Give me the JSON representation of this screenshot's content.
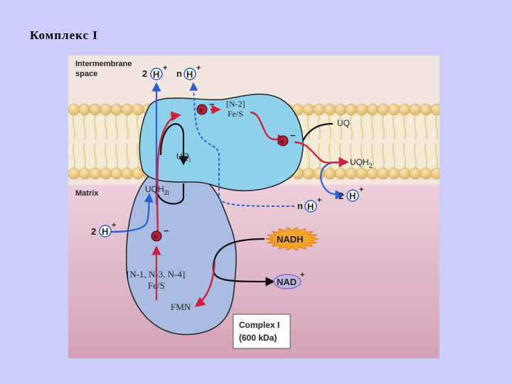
{
  "slide": {
    "title": "Комплекс I"
  },
  "regions": {
    "intermembrane_line1": "Intermembrane",
    "intermembrane_line2": "space",
    "matrix": "Matrix"
  },
  "labels": {
    "h_top_coef": "2",
    "n_top_coef": "n",
    "h_symbol": "H",
    "plus": "+",
    "electron_symbol": "e",
    "minus": "−",
    "n2_line1": "[N-2]",
    "n2_line2": "Fe/S",
    "uq": "UQ",
    "uqh2": "UQH",
    "uqh2_sub": "2",
    "uqi": "UQ",
    "uqi_sub": "i",
    "uqh2i": "UQH",
    "uqh2i_sub": "2i",
    "h_right_coef": "2",
    "n_matrix_coef": "n",
    "h_left_coef": "2",
    "fes_line1": "[N-1, N-3, N-4]",
    "fes_line2": "Fe/S",
    "fmn": "FMN",
    "nadh": "NADH",
    "nad": "NAD",
    "nad_plus": "+"
  },
  "legend": {
    "line1": "Complex I",
    "line2": "(600 kDa)"
  },
  "colors": {
    "background": "#cdcdfb",
    "panel": "#f1e5dd",
    "matrix": "#d9acc0",
    "membrane_bead": "#e8c884",
    "complex_top": "#8fd0e8",
    "complex_bottom": "#a8bde0",
    "electron_path": "#d0203c",
    "proton_path": "#2a5fd6",
    "nadh_burst": "#f1a52a"
  }
}
